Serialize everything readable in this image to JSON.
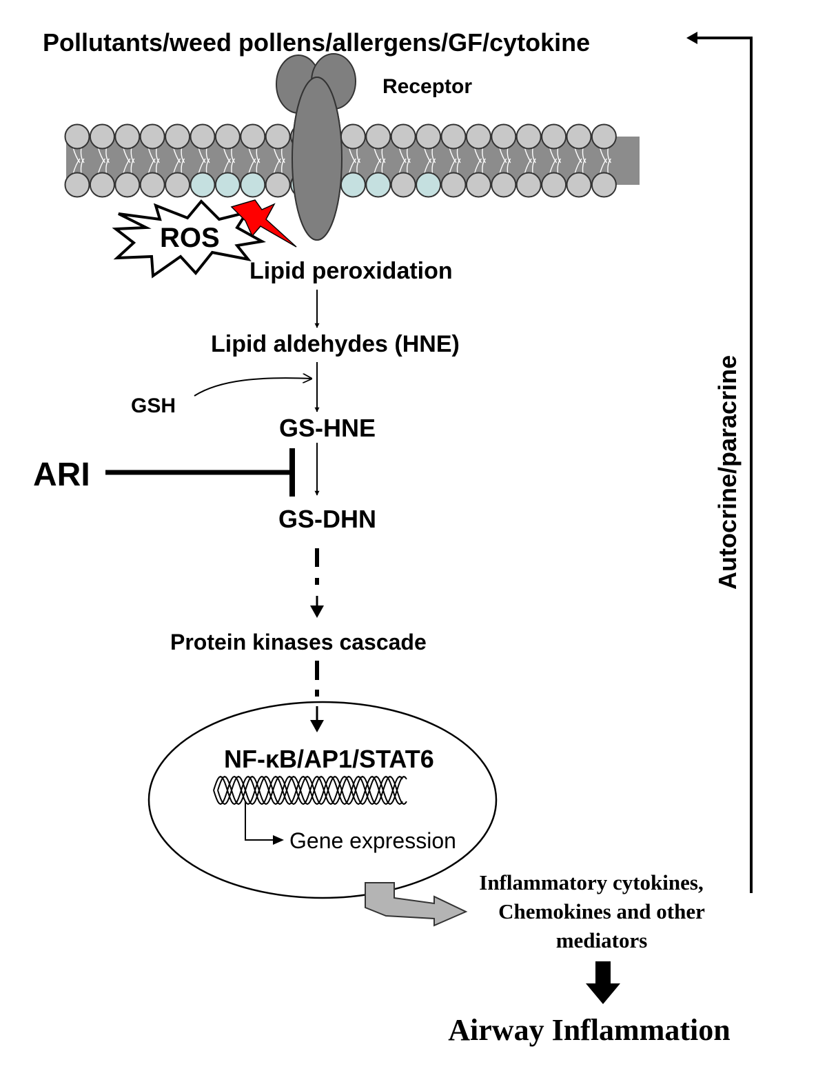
{
  "labels": {
    "top_stimuli": "Pollutants/weed pollens/allergens/GF/cytokine",
    "receptor": "Receptor",
    "ros": "ROS",
    "lipid_peroxidation": "Lipid peroxidation",
    "lipid_aldehydes": "Lipid aldehydes (HNE)",
    "gsh": "GSH",
    "gs_hne": "GS-HNE",
    "ari": "ARI",
    "gs_dhn": "GS-DHN",
    "protein_kinases": "Protein kinases cascade",
    "transcription_factors": "NF-κB/AP1/STAT6",
    "gene_expression": "Gene expression",
    "mediators_line1": "Inflammatory cytokines,",
    "mediators_line2": "Chemokines and other",
    "mediators_line3": "mediators",
    "airway_inflammation": "Airway Inflammation",
    "feedback": "Autocrine/paracrine"
  },
  "colors": {
    "phospholipid_head": "#c8c8c8",
    "oxidized_head": "#c5e0e0",
    "receptor": "#7f7f7f",
    "membrane_core": "#8c8c8c",
    "lightning": "#ff0000",
    "output_arrow": "#b4b4b4"
  }
}
